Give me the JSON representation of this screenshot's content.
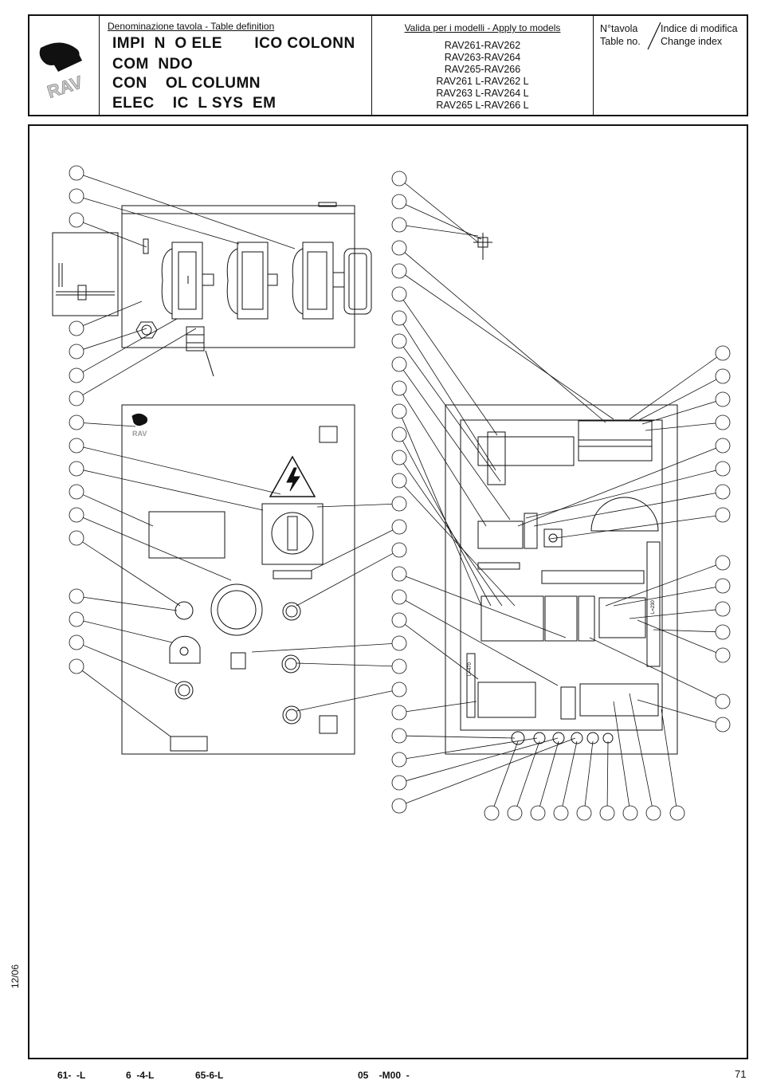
{
  "header": {
    "definition_label": "Denominazione tavola - Table definition",
    "title_lines": [
      "IMPI  N  O ELE       ICO COLONN",
      "COM  NDO",
      "CON    OL COLUMN",
      "ELEC    IC  L SYS  EM"
    ],
    "models_label": "Valida per i modelli - Apply to models",
    "models": [
      "RAV261-RAV262",
      "RAV263-RAV264",
      "RAV265-RAV266",
      "RAV261 L-RAV262 L",
      "RAV263 L-RAV264 L",
      "RAV265 L-RAV266 L"
    ],
    "table_no_label": "N°tavola\nTable no.",
    "change_index_label": "Indice di modifica\nChange index",
    "logo_text": "RAV"
  },
  "side_date": "12/06",
  "footer": {
    "codes": [
      "61-  -L",
      "6  -4-L",
      "65-6-L"
    ],
    "doc_code": "05    -M00  -",
    "page_number": "71"
  },
  "diagram": {
    "small_labels": [
      "L=470",
      "L=230"
    ],
    "panel_logo_text": "RAV"
  }
}
